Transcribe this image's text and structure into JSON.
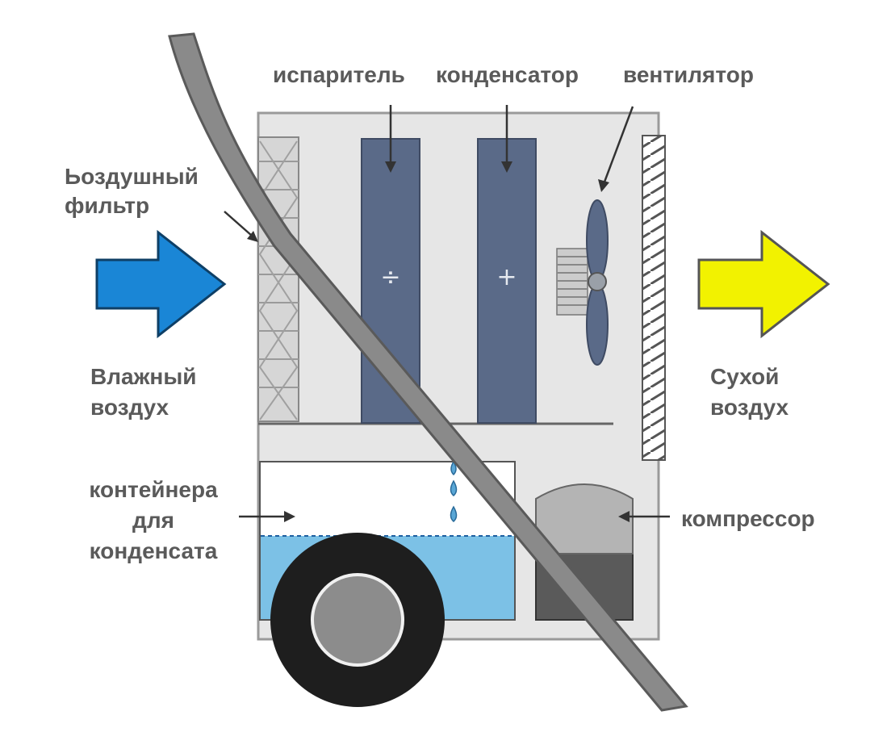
{
  "labels": {
    "evaporator": "испаритель",
    "condenser": "конденсатор",
    "fan": "вентилятор",
    "air_filter_line1": "Ьоздушный",
    "air_filter_line2": "фильтр",
    "wet_air_line1": "Влажный",
    "wet_air_line2": "воздух",
    "dry_air_line1": "Сухой",
    "dry_air_line2": "воздух",
    "container_line1": "контейнера",
    "container_line2": "для",
    "container_line3": "конденсата",
    "compressor": "компрессор"
  },
  "plate_signs": {
    "evaporator": "÷",
    "condenser": "+"
  },
  "colors": {
    "inlet_arrow": "#1a86d6",
    "outlet_arrow": "#f2f200",
    "plate": "#5a6a88",
    "water": "#7cc1e6",
    "body": "#e6e6e6",
    "wheel": "#1e1e1e",
    "compressor_top": "#b4b4b4",
    "compressor_bottom": "#5a5a5a",
    "label_text": "#5a5a5a"
  }
}
